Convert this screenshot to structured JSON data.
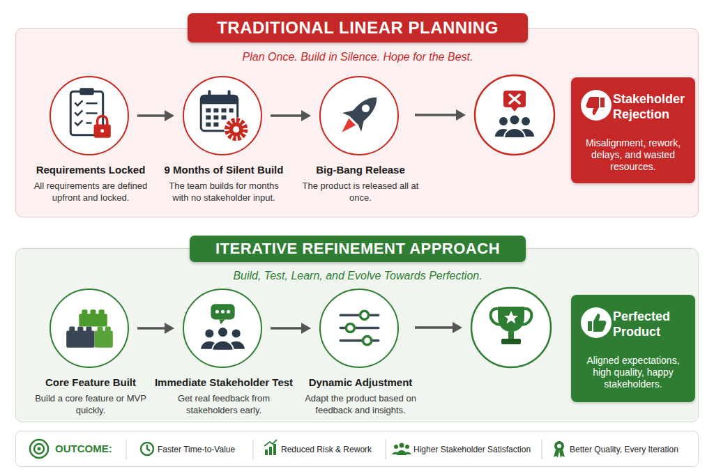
{
  "diagram": {
    "nodes": [
      {
        "text": [
          "TRADITIONAL LINEAR PLANNING",
          "Plan Once. Build in Silence. Hope for the Best."
        ]
      },
      {
        "text": [
          "Requirements Locked",
          "All requirements are defined upfront and locked."
        ],
        "in": 0
      },
      {
        "text": [
          "9 Months of Silent Build",
          "The team builds for months with no stakeholder input."
        ],
        "in": 0
      },
      {
        "text": [
          "Big-Bang Release",
          "The product is released all at once."
        ],
        "in": 0
      },
      {
        "text": [
          "Stakeholder Rejection",
          "Misalignment, rework, delays, and wasted resources."
        ],
        "in": 0
      },
      {
        "text": [
          "ITERATIVE REFINEMENT APPROACH",
          "Build, Test, Learn, and Evolve Towards Perfection."
        ]
      },
      {
        "text": [
          "Core Feature Built",
          "Build a core feature or MVP quickly."
        ],
        "in": 5
      },
      {
        "text": [
          "Immediate Stakeholder Test",
          "Get real feedback from stakeholders early."
        ],
        "in": 5
      },
      {
        "text": [
          "Dynamic Adjustment",
          "Adapt the product based on feedback and insights."
        ],
        "in": 5
      },
      {
        "text": [
          "Perfected Product",
          "Aligned expectations, high quality, happy stakeholders."
        ],
        "in": 5
      },
      {
        "text": [
          "OUTCOME:",
          "Faster Time-to-Value",
          "Reduced Risk & Rework",
          "Higher Stakeholder Satisfaction",
          "Better Quality, Every Iteration"
        ]
      }
    ],
    "edges": [
      {
        "from": 1,
        "to": 2,
        "arrow": "to"
      },
      {
        "from": 2,
        "to": 3,
        "arrow": "to"
      },
      {
        "from": 6,
        "to": 7,
        "arrow": "to"
      },
      {
        "from": 7,
        "to": 8,
        "arrow": "to"
      }
    ]
  }
}
